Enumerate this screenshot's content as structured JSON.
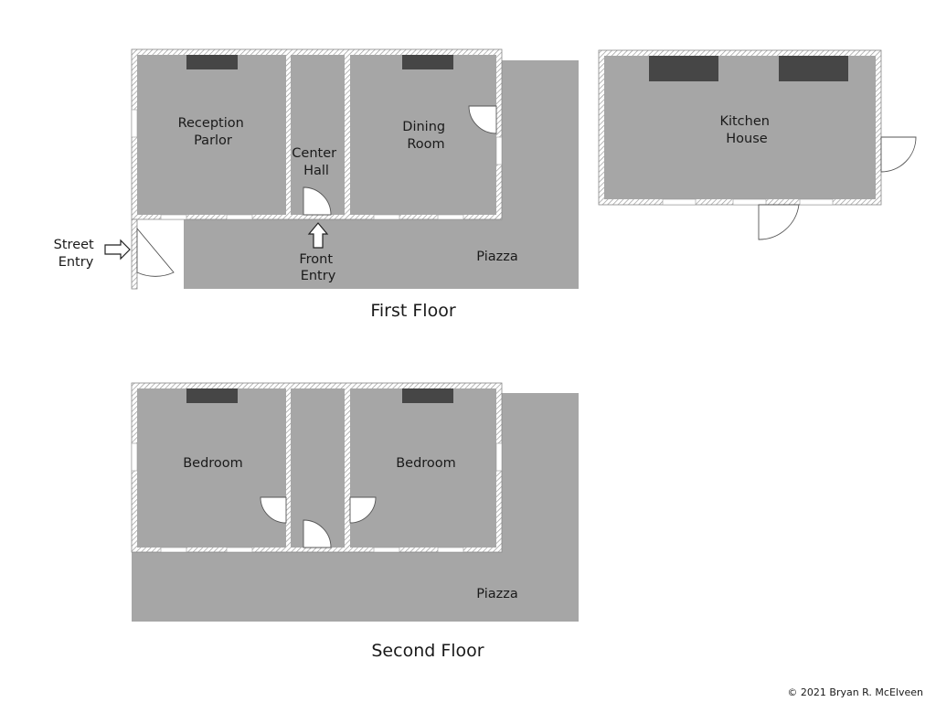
{
  "first_floor": {
    "caption": "First Floor",
    "reception_parlor": [
      "Reception",
      "Parlor"
    ],
    "center_hall": [
      "Center",
      "Hall"
    ],
    "dining_room": [
      "Dining",
      "Room"
    ],
    "piazza": "Piazza",
    "street_entry": [
      "Street",
      "Entry"
    ],
    "front_entry": [
      "Front",
      "Entry"
    ],
    "kitchen_house": [
      "Kitchen",
      "House"
    ]
  },
  "second_floor": {
    "caption": "Second Floor",
    "bedroom_left": "Bedroom",
    "bedroom_right": "Bedroom",
    "piazza": "Piazza"
  },
  "copyright": "©  2021  Bryan R. McElveen",
  "colors": {
    "room_fill": "#a6a6a6",
    "fireplace": "#464646",
    "wall_hatch": "#9a9a9a"
  }
}
